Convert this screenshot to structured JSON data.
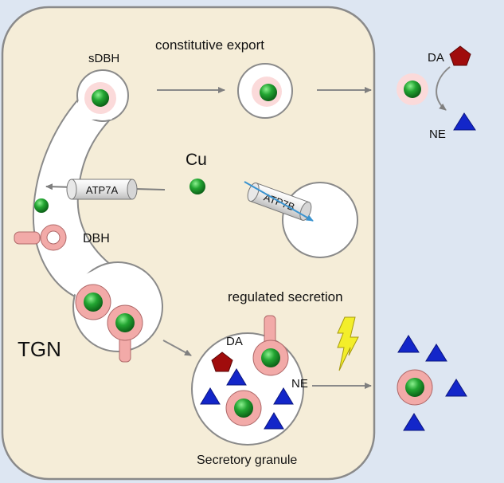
{
  "labels": {
    "sdbh": "sDBH",
    "constitutive_export": "constitutive export",
    "da_outside": "DA",
    "ne_outside": "NE",
    "cu": "Cu",
    "atp7a": "ATP7A",
    "atp7b": "ATP7B",
    "dbh": "DBH",
    "regulated_secretion": "regulated secretion",
    "tgn": "TGN",
    "da_granule": "DA",
    "ne_granule": "NE",
    "secretory_granule": "Secretory granule"
  },
  "colors": {
    "extracellular": "#dde6f2",
    "cytoplasm": "#f5edd8",
    "organelle": "#ffffff",
    "dbh_pink": "#f2aaa8",
    "lumen_pink": "#fbdada",
    "copper_green": "#1e9a30",
    "da_red": "#a00c0c",
    "ne_blue": "#1326c9",
    "flash_yellow": "#f3ee2a",
    "atp7b_arrow": "#3a93cf",
    "arrow_gray": "#8a8a8a"
  }
}
